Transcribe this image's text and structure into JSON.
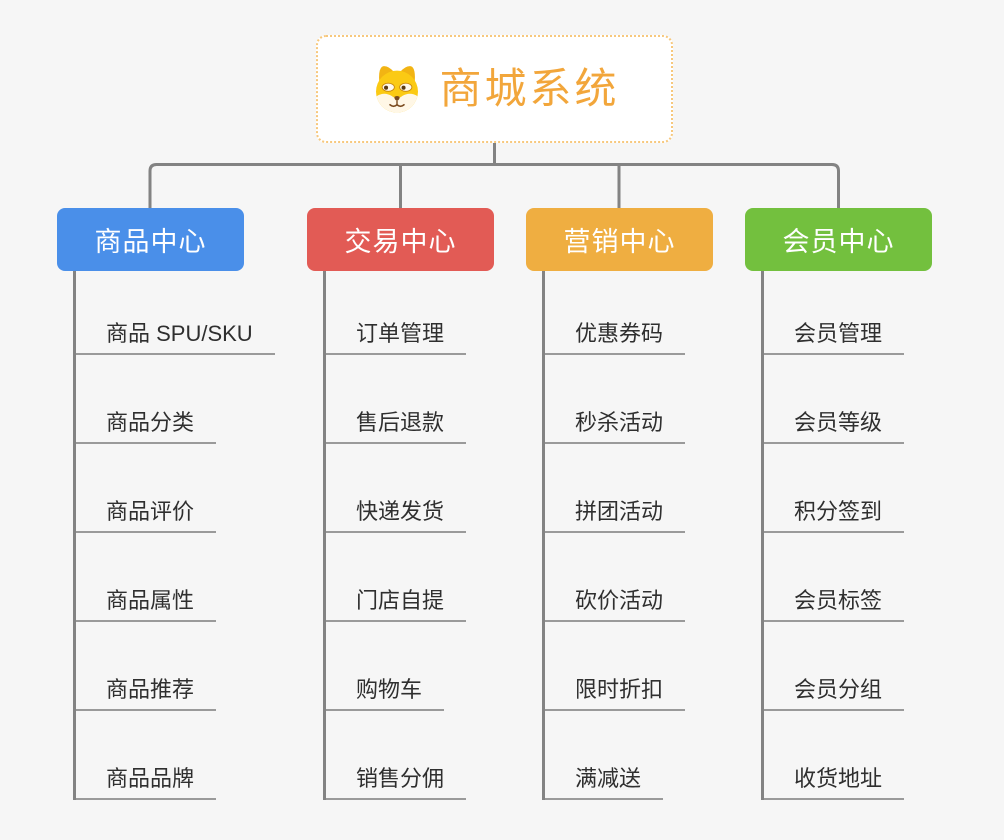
{
  "root": {
    "title": "商城系统",
    "icon": "shiba-dog-icon"
  },
  "branches": [
    {
      "id": "product-center",
      "label": "商品中心",
      "color": "#4A8FE9",
      "children": [
        "商品 SPU/SKU",
        "商品分类",
        "商品评价",
        "商品属性",
        "商品推荐",
        "商品品牌"
      ]
    },
    {
      "id": "trade-center",
      "label": "交易中心",
      "color": "#E25B55",
      "children": [
        "订单管理",
        "售后退款",
        "快递发货",
        "门店自提",
        "购物车",
        "销售分佣"
      ]
    },
    {
      "id": "marketing-center",
      "label": "营销中心",
      "color": "#EFAE41",
      "children": [
        "优惠券码",
        "秒杀活动",
        "拼团活动",
        "砍价活动",
        "限时折扣",
        "满减送"
      ]
    },
    {
      "id": "member-center",
      "label": "会员中心",
      "color": "#73C03E",
      "children": [
        "会员管理",
        "会员等级",
        "积分签到",
        "会员标签",
        "会员分组",
        "收货地址"
      ]
    }
  ],
  "colors": {
    "background": "#F6F6F6",
    "root_text": "#F2A63B",
    "root_border": "#F7C87D",
    "connector": "#838383",
    "item_underline": "#9A9A9A",
    "item_text": "#2F2F2F",
    "icon_yellow": "#FBCA14"
  }
}
